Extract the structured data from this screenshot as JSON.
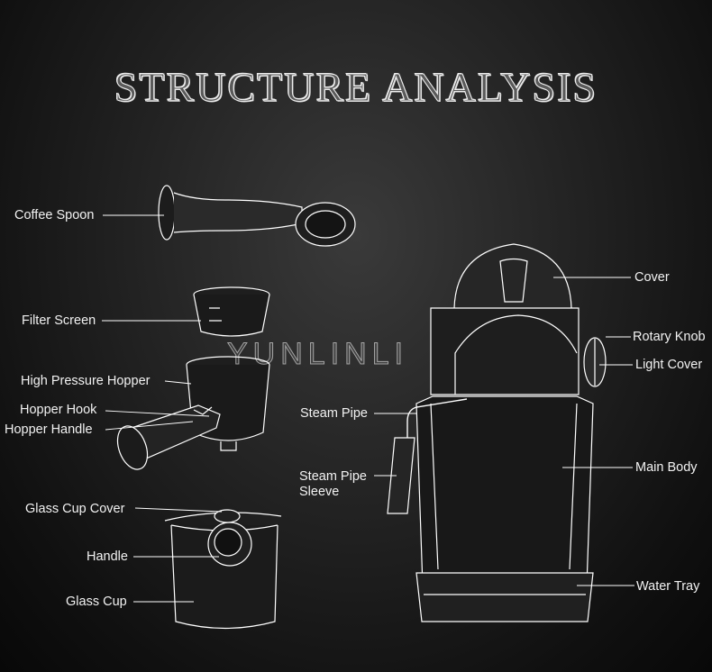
{
  "title": "STRUCTURE ANALYSIS",
  "watermark": "YUNLINLI",
  "labels": {
    "coffee_spoon": "Coffee Spoon",
    "filter_screen": "Filter Screen",
    "high_pressure_hopper": "High Pressure Hopper",
    "hopper_hook": "Hopper Hook",
    "hopper_handle": "Hopper Handle",
    "glass_cup_cover": "Glass Cup Cover",
    "handle": "Handle",
    "glass_cup": "Glass Cup",
    "steam_pipe": "Steam Pipe",
    "steam_pipe_sleeve_line1": "Steam Pipe",
    "steam_pipe_sleeve_line2": "Sleeve",
    "cover": "Cover",
    "rotary_knob": "Rotary Knob",
    "light_cover": "Light Cover",
    "main_body": "Main Body",
    "water_tray": "Water Tray"
  },
  "colors": {
    "line_art": "#ffffff",
    "text": "#f2f2f2",
    "background": "#1a1a1a"
  }
}
